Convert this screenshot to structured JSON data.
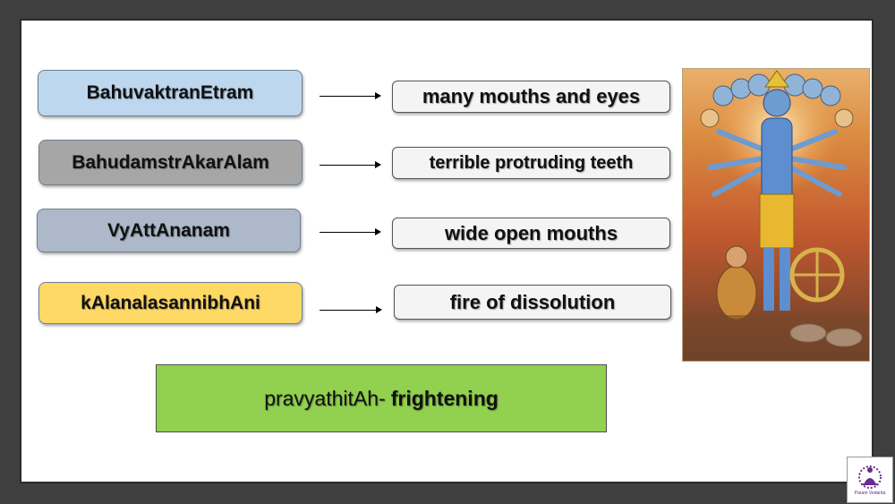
{
  "terms": [
    {
      "label": "BahuvaktranEtram",
      "meaning": "many mouths and eyes",
      "color": "#bdd7ee"
    },
    {
      "label": "BahudamstrAkarAlam",
      "meaning": "terrible protruding teeth",
      "color": "#a6a6a6"
    },
    {
      "label": "VyAttAnanam",
      "meaning": "wide open mouths",
      "color": "#adb9ca"
    },
    {
      "label": "kAlanalasannibhAni",
      "meaning": "fire of dissolution",
      "color": "#ffd966"
    }
  ],
  "footer": {
    "label": "pravyathitAh-",
    "meaning": "frightening",
    "color": "#92d050"
  },
  "picture": {
    "subject": "vishvarupa-painting"
  },
  "logo": {
    "caption": "Param Vedanta",
    "icon": "meditation-logo-icon"
  }
}
